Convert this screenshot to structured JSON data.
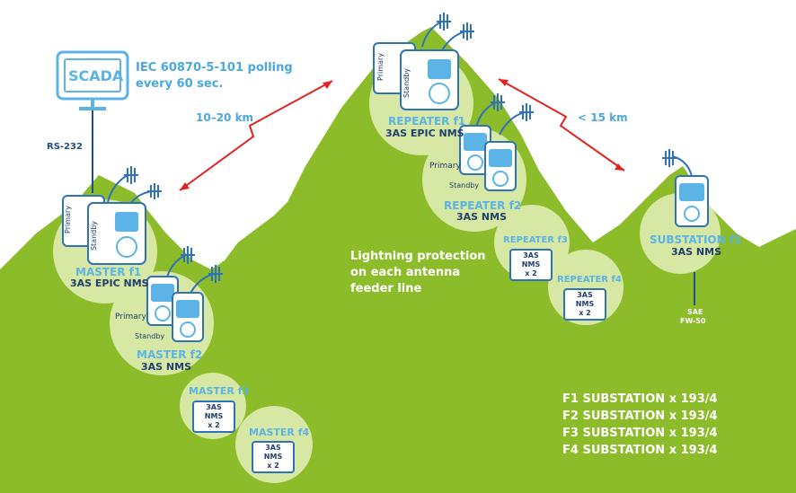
{
  "scada": {
    "label": "SCADA",
    "protocol_line1": "IEC 60870-5-101 polling",
    "protocol_line2": "every 60 sec.",
    "link": "RS-232"
  },
  "distances": {
    "master_repeater": "10–20 km",
    "repeater_substation": "< 15 km"
  },
  "radio_labels": {
    "primary": "Primary",
    "standby": "Standby"
  },
  "master_f1": {
    "title": "MASTER f1",
    "sub": "3AS EPIC NMS"
  },
  "master_f2": {
    "title": "MASTER f2",
    "sub": "3AS NMS"
  },
  "master_f3": {
    "title": "MASTER f3",
    "box_line1": "3AS NMS",
    "box_line2": "x 2"
  },
  "master_f4": {
    "title": "MASTER f4",
    "box_line1": "3AS NMS",
    "box_line2": "x 2"
  },
  "repeater_f1": {
    "title": "REPEATER f1",
    "sub": "3AS EPIC NMS"
  },
  "repeater_f2": {
    "title": "REPEATER f2",
    "sub": "3AS NMS"
  },
  "repeater_f3": {
    "title": "REPEATER f3",
    "box_line1": "3AS NMS",
    "box_line2": "x 2"
  },
  "repeater_f4": {
    "title": "REPEATER f4",
    "box_line1": "3AS NMS",
    "box_line2": "x 2"
  },
  "substation_f1": {
    "title": "SUBSTATION f1",
    "sub": "3AS NMS",
    "equipment_line1": "SAE",
    "equipment_line2": "FW-50"
  },
  "lightning_note": {
    "line1": "Lightning protection",
    "line2": "on each antenna",
    "line3": "feeder line"
  },
  "substation_counts": [
    "F1 SUBSTATION x 193/4",
    "F2 SUBSTATION x 193/4",
    "F3 SUBSTATION x 193/4",
    "F4 SUBSTATION x 193/4"
  ],
  "colors": {
    "mountain": "#8cbc2a",
    "circle": "#d7e7a4",
    "radio_outline": "#2f72b8",
    "link_arrow": "#e02424"
  }
}
